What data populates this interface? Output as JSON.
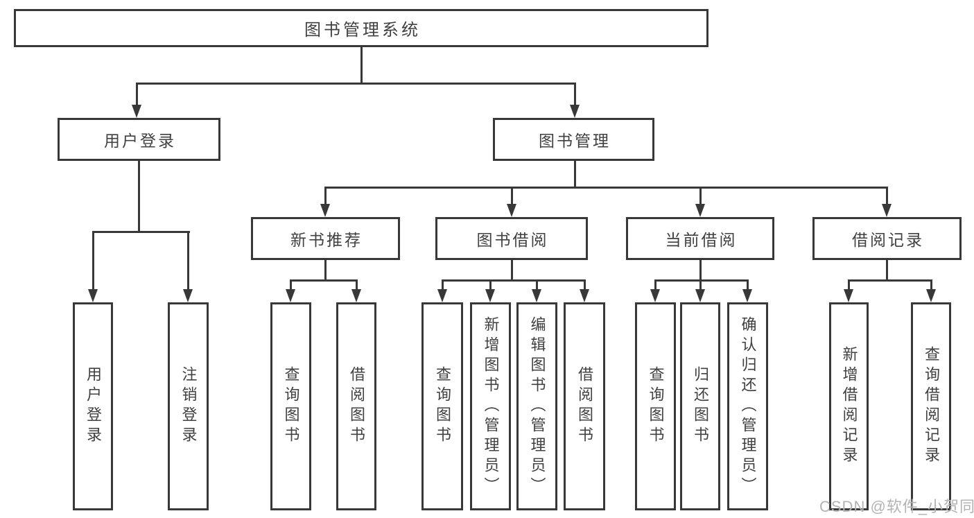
{
  "diagram": {
    "watermark": "CSDN @软件_小贺同学",
    "colors": {
      "line": "#383838",
      "text": "#404040",
      "background": "#ffffff",
      "watermark": "#b3b3b3"
    },
    "tree": {
      "root": {
        "label": "图书管理系统",
        "children": [
          {
            "label": "用户登录",
            "children": [
              {
                "label": "用户登录"
              },
              {
                "label": "注销登录"
              }
            ]
          },
          {
            "label": "图书管理",
            "children": [
              {
                "label": "新书推荐",
                "children": [
                  {
                    "label": "查询图书"
                  },
                  {
                    "label": "借阅图书"
                  }
                ]
              },
              {
                "label": "图书借阅",
                "children": [
                  {
                    "label": "查询图书"
                  },
                  {
                    "label": "新增图书（管理员）"
                  },
                  {
                    "label": "编辑图书（管理员）"
                  },
                  {
                    "label": "借阅图书"
                  }
                ]
              },
              {
                "label": "当前借阅",
                "children": [
                  {
                    "label": "查询图书"
                  },
                  {
                    "label": "归还图书"
                  },
                  {
                    "label": "确认归还（管理员）"
                  }
                ]
              },
              {
                "label": "借阅记录",
                "children": [
                  {
                    "label": "新增借阅记录"
                  },
                  {
                    "label": "查询借阅记录"
                  }
                ]
              }
            ]
          }
        ]
      }
    }
  }
}
